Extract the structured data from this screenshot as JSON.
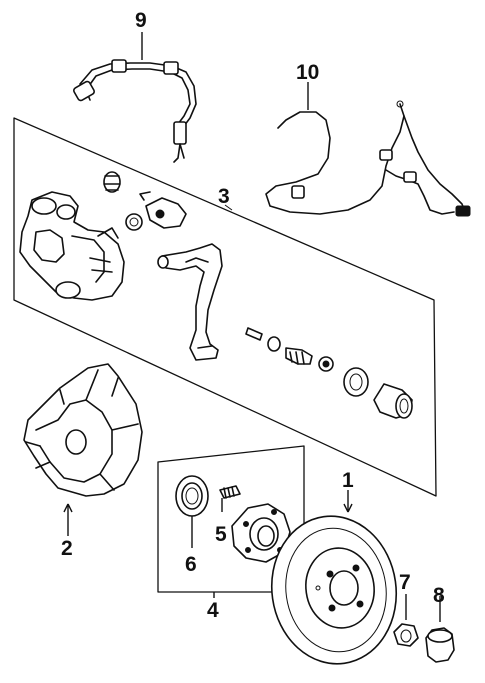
{
  "callouts": {
    "rotor": "1",
    "dust_shield": "2",
    "caliper": "3",
    "hub_assembly": "4",
    "hub_bolt": "5",
    "seal": "6",
    "nut": "7",
    "cap": "8",
    "brake_hose": "9",
    "abs_sensor": "10"
  },
  "colors": {
    "ink": "#111111",
    "paper": "#ffffff"
  }
}
